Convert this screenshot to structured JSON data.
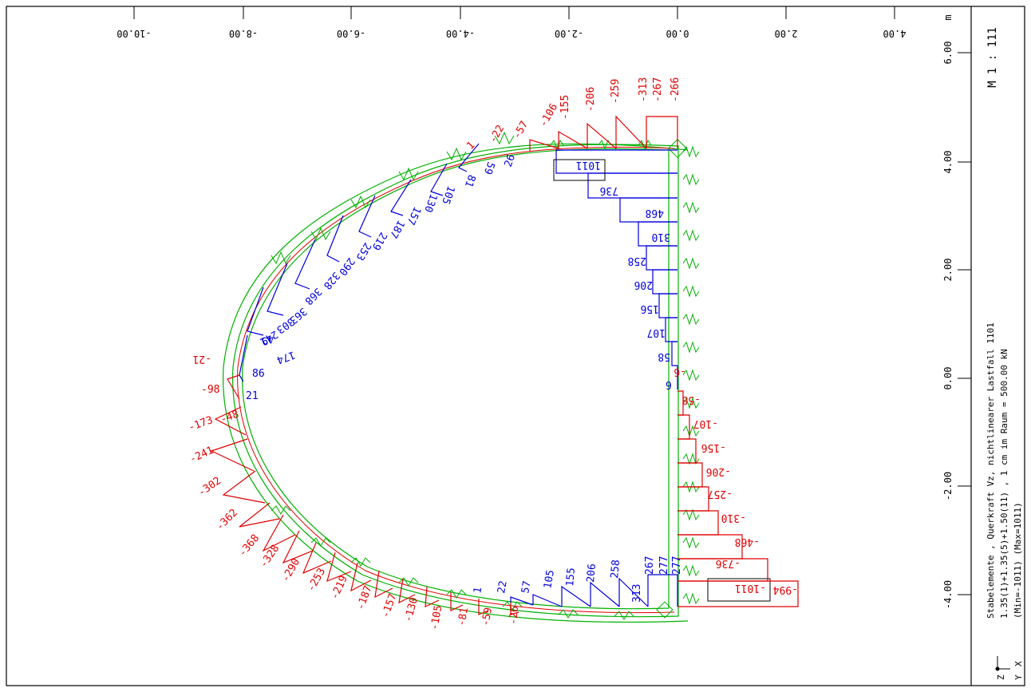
{
  "scale_text": "M 1 : 111",
  "unit": "m",
  "info": {
    "line1": "Stabelemente , Querkraft Vz, nichtlinearer Lastfall 1101",
    "line2": "1.35(1)+1.35(5)+1.50(11)   , 1 cm im Raum =  500.00 kN",
    "line3": "(Min=-1011) (Max=1011)"
  },
  "axes_symbol": {
    "x": "X",
    "y": "Y",
    "z": "Z"
  },
  "top_ticks": [
    "-10.00",
    "-8.00",
    "-6.00",
    "-4.00",
    "-2.00",
    "0.00",
    "2.00",
    "4.00"
  ],
  "right_ticks": [
    "6.00",
    "4.00",
    "2.00",
    "0.00",
    "-2.00",
    "-4.00"
  ],
  "red_labels": [
    "-266",
    "-267",
    "-313",
    "-259",
    "-206",
    "-155",
    "-106",
    "-57",
    "-22",
    "1",
    "-21",
    "-98",
    "-173",
    "-48",
    "-241",
    "-302",
    "-362",
    "-368",
    "-328",
    "-290",
    "-253",
    "-219",
    "-187",
    "-157",
    "-130",
    "-105",
    "-81",
    "-59",
    "-26",
    "-6",
    "-58",
    "-107",
    "-156",
    "-206",
    "-257",
    "-310",
    "-468",
    "-736",
    "-1011",
    "-994"
  ],
  "blue_labels": [
    "1011",
    "736",
    "468",
    "310",
    "258",
    "206",
    "156",
    "107",
    "58",
    "9",
    "26",
    "59",
    "81",
    "105",
    "130",
    "157",
    "187",
    "219",
    "253",
    "290",
    "328",
    "368",
    "363",
    "303",
    "241",
    "174",
    "49",
    "86",
    "21",
    "1",
    "22",
    "57",
    "105",
    "155",
    "206",
    "258",
    "313",
    "267",
    "277",
    "277"
  ],
  "colors": {
    "shear_negative": "#e00000",
    "shear_positive": "#0000dd",
    "springs": "#00b000",
    "frame": "#000000"
  }
}
